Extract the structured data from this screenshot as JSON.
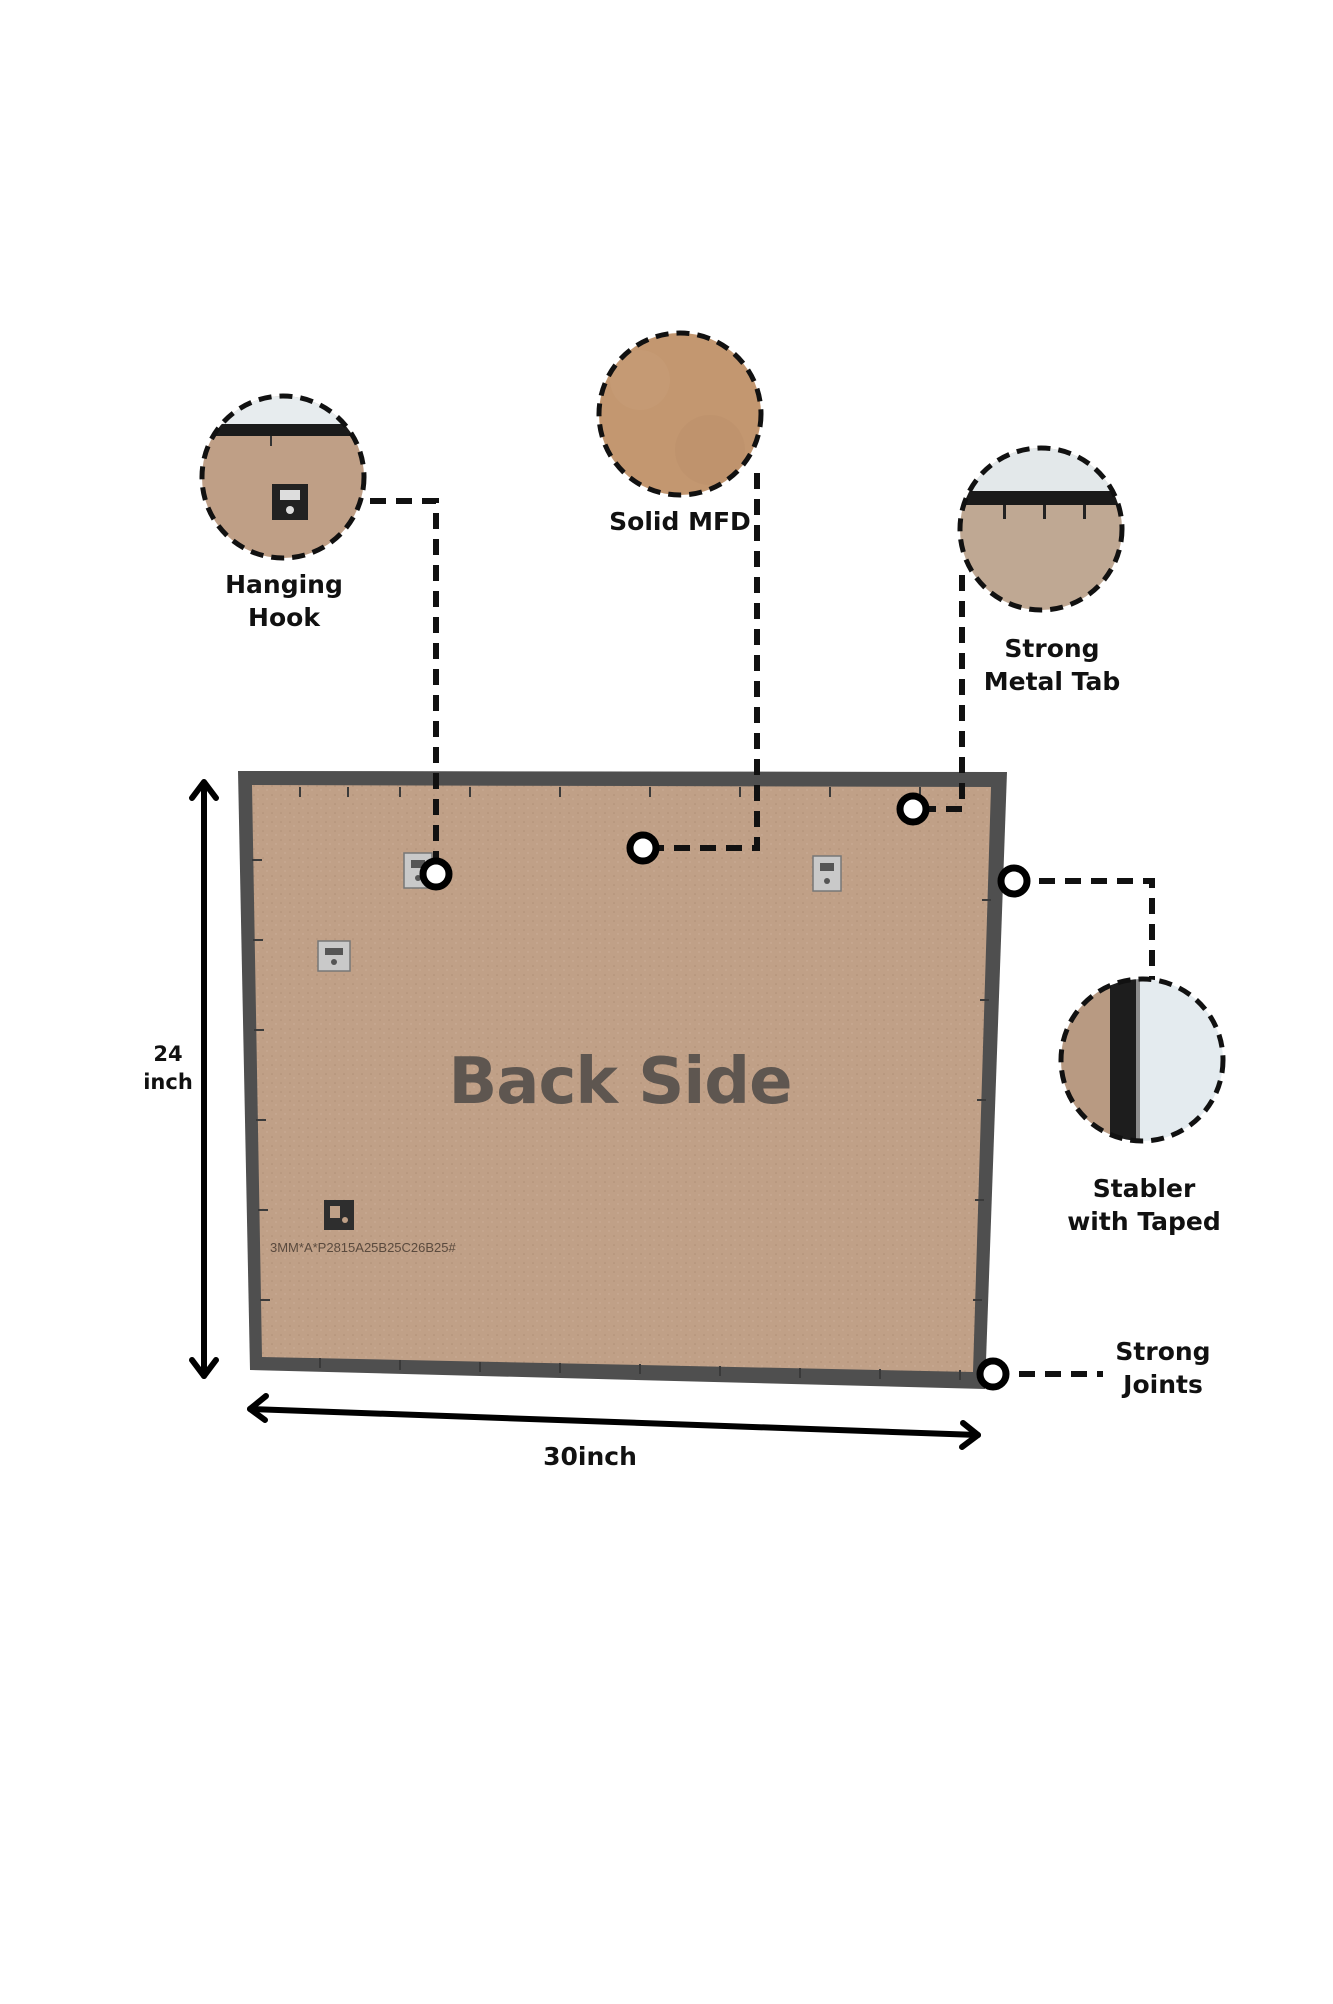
{
  "title": "Back Side",
  "board_code": "3MM*A*P2815A25B25C26B25#",
  "callouts": {
    "hanging_hook": [
      "Hanging",
      "Hook"
    ],
    "solid_mfd": [
      "Solid MFD"
    ],
    "metal_tab": [
      "Strong",
      "Metal Tab"
    ],
    "stabler": [
      "Stabler",
      "with Taped"
    ],
    "joints": [
      "Strong",
      "Joints"
    ]
  },
  "dimensions": {
    "height": [
      "24",
      "inch"
    ],
    "width": "30inch"
  },
  "colors": {
    "board": "#bf9f86",
    "frame": "#4f4f4f",
    "dash": "#111111",
    "text": "#111111",
    "title": "#5e5650"
  },
  "icons": [
    "hanging-hook-icon",
    "sawtooth-hanger-icon",
    "metal-tab-icon",
    "stabler-icon"
  ]
}
